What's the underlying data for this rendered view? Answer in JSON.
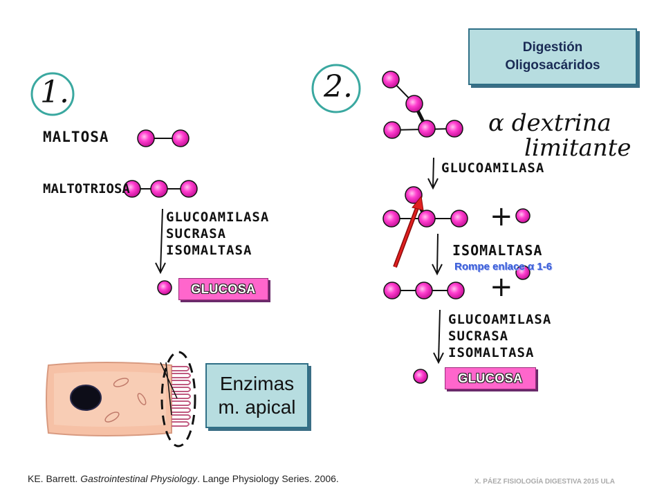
{
  "title": {
    "line1": "Digestión",
    "line2": "Oligosacáridos"
  },
  "panel1": {
    "number": "1.",
    "maltosa": "MALTOSA",
    "maltotriosa": "MALTOTRIOSA",
    "enzymes": [
      "GLUCOAMILASA",
      "SUCRASA",
      "ISOMALTASA"
    ],
    "product": "GLUCOSA"
  },
  "panel2": {
    "number": "2.",
    "substrate": {
      "line1": "α dextrina",
      "line2": "limitante"
    },
    "step1_enzyme": "GLUCOAMILASA",
    "plus1": "+",
    "step2_enzyme": "ISOMALTASA",
    "step2_note": "Rompe enlace α 1-6",
    "plus2": "+",
    "step3_enzymes": [
      "GLUCOAMILASA",
      "SUCRASA",
      "ISOMALTASA"
    ],
    "product": "GLUCOSA"
  },
  "enzymes_box": {
    "line1": "Enzimas",
    "line2": "m. apical"
  },
  "citation": {
    "prefix": "KE. Barrett. ",
    "book": "Gastrointestinal Physiology",
    "suffix": ". Lange Physiology Series. 2006."
  },
  "credit": "X. PÁEZ   FISIOLOGÍA DIGESTIVA 2015 ULA",
  "colors": {
    "sugar": "#ff33cc",
    "box_fill": "#b7dde0",
    "box_border": "#2f6f86",
    "label_pink": "#ff66cc",
    "circle_teal": "#3aa8a0",
    "cell": "#f7c3a8",
    "nucleus": "#101018",
    "red_arrow": "#d91a1a"
  }
}
